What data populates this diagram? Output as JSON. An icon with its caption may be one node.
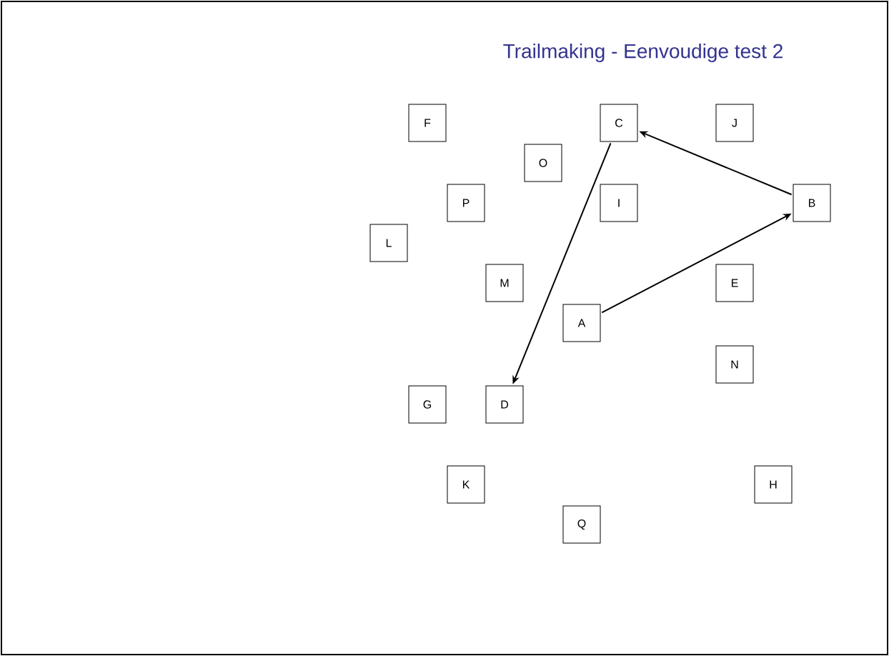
{
  "diagram": {
    "title": "Trailmaking  - Eenvoudige test 2",
    "nodes": [
      {
        "text": [
          "F"
        ]
      },
      {
        "text": [
          "C"
        ]
      },
      {
        "text": [
          "J"
        ]
      },
      {
        "text": [
          "O"
        ]
      },
      {
        "text": [
          "P"
        ]
      },
      {
        "text": [
          "I"
        ]
      },
      {
        "text": [
          "B"
        ]
      },
      {
        "text": [
          "L"
        ]
      },
      {
        "text": [
          "M"
        ]
      },
      {
        "text": [
          "E"
        ]
      },
      {
        "text": [
          "A"
        ]
      },
      {
        "text": [
          "N"
        ]
      },
      {
        "text": [
          "G"
        ]
      },
      {
        "text": [
          "D"
        ]
      },
      {
        "text": [
          "K"
        ]
      },
      {
        "text": [
          "H"
        ]
      },
      {
        "text": [
          "Q"
        ]
      }
    ],
    "edges": [
      {
        "from": 10,
        "to": 6,
        "arrow": "to"
      },
      {
        "from": 6,
        "to": 1,
        "arrow": "to"
      },
      {
        "from": 1,
        "to": 13,
        "arrow": "to"
      }
    ]
  }
}
